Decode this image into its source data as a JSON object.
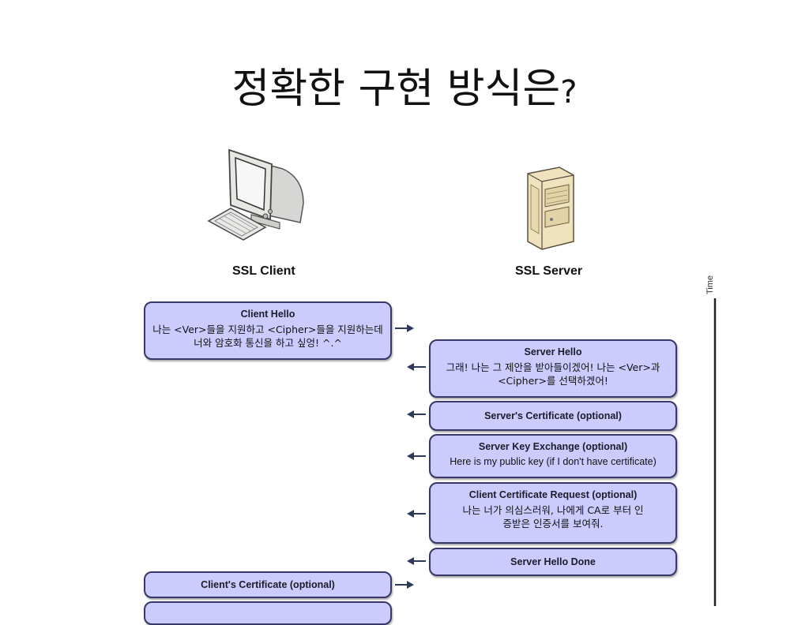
{
  "slide": {
    "title_main": "정확한 구현 방식은",
    "title_q": "?"
  },
  "client": {
    "label": "SSL Client",
    "icon": "desktop-computer-icon"
  },
  "server": {
    "label": "SSL Server",
    "icon": "server-tower-icon"
  },
  "time_label": "Time",
  "messages": [
    {
      "head": "Client Hello",
      "body": "나는 <Ver>들을 지원하고 <Cipher>들을 지원하는데 너와 암호화 통신을 하고 싶엉! ^.^"
    },
    {
      "head": "Server Hello",
      "body": "그래! 나는 그 제안을 받아들이겠어! 나는 <Ver>과 <Cipher>를 선택하겠어!"
    },
    {
      "head": "Server's Certificate (optional)"
    },
    {
      "head": "Server Key Exchange (optional)",
      "body": "Here is my public key (if I don't have certificate)"
    },
    {
      "head": "Client Certificate Request (optional)",
      "body": "나는 너가 의심스러워, 나에게 CA로 부터 인증받은 인증서를 보여줘."
    },
    {
      "head": "Server Hello Done"
    },
    {
      "head": "Client's Certificate (optional)"
    }
  ],
  "colors": {
    "box_fill": "#cccbfd",
    "box_border": "#37376a",
    "arrow": "#2f3a5a"
  }
}
